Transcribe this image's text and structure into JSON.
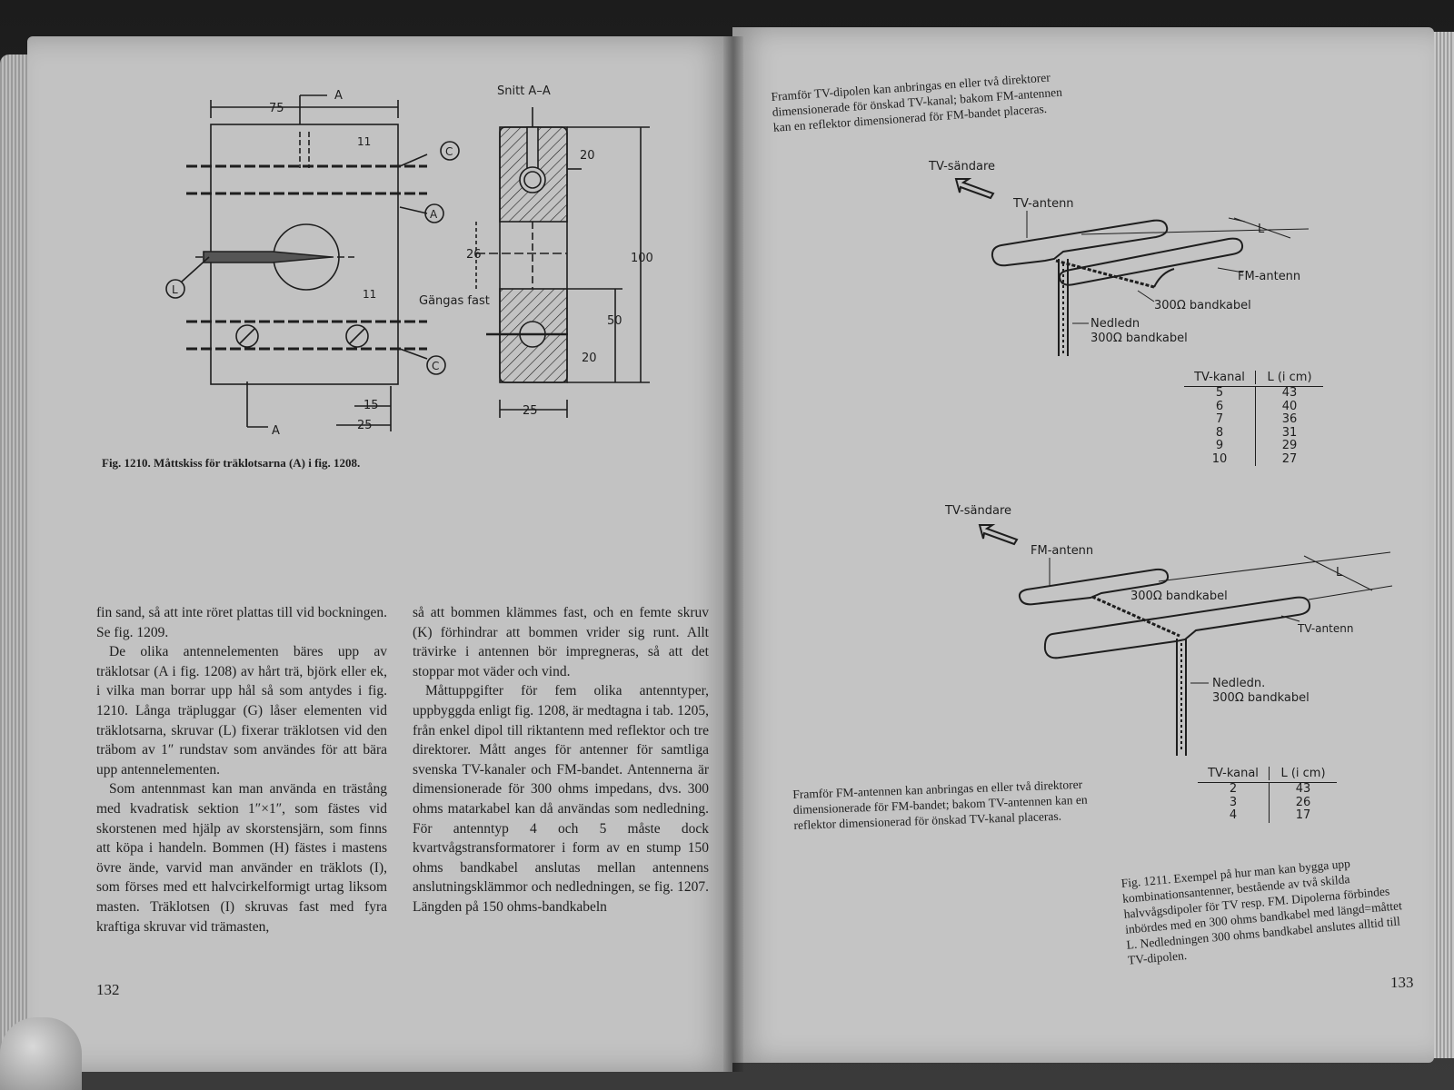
{
  "left_page": {
    "figure_1210": {
      "labels": {
        "dim_75": "75",
        "section_mark_top": "A",
        "section_mark_bottom": "A",
        "dim_11_top": "11",
        "dim_11_bottom": "11",
        "marker_c_top": "C",
        "marker_a": "A",
        "marker_l": "L",
        "marker_c_bottom": "C",
        "dim_15": "15",
        "dim_25_left": "25",
        "section_title": "Snitt A–A",
        "dim_20_top": "20",
        "dim_26": "26",
        "dim_100": "100",
        "gangas_fast": "Gängas fast",
        "dim_50": "50",
        "dim_20_bottom": "20",
        "dim_25_right": "25"
      },
      "caption": "Fig. 1210. Måttskiss för träklotsarna (A) i fig. 1208."
    },
    "column_left": [
      "fin sand, så att inte röret plattas till vid bockningen. Se fig. 1209.",
      "De olika antennelementen bäres upp av träklotsar (A i fig. 1208) av hårt trä, björk eller ek, i vilka man borrar upp hål så som antydes i fig. 1210. Långa träpluggar (G) låser elementen vid träklotsarna, skruvar (L) fixerar träklotsen vid den träbom av 1″ rundstav som användes för att bära upp antennelementen.",
      "Som antennmast kan man använda en trästång med kvadratisk sektion 1″×1″, som fästes vid skorstenen med hjälp av skorstensjärn, som finns att köpa i handeln. Bommen (H) fästes i mastens övre ände, varvid man använder en träklots (I), som förses med ett halvcirkelformigt urtag liksom masten. Träklotsen (I) skruvas fast med fyra kraftiga skruvar vid trämasten,"
    ],
    "column_right": [
      "så att bommen klämmes fast, och en femte skruv (K) förhindrar att bommen vrider sig runt. Allt trävirke i antennen bör impregneras, så att det stoppar mot väder och vind.",
      "Måttuppgifter för fem olika antenntyper, uppbyggda enligt fig. 1208, är medtagna i tab. 1205, från enkel dipol till riktantenn med reflektor och tre direktorer. Mått anges för antenner för samtliga svenska TV-kanaler och FM-bandet. Antennerna är dimensionerade för 300 ohms impedans, dvs. 300 ohms matarkabel kan då användas som nedledning. För antenntyp 4 och 5 måste dock kvartvågstransformatorer i form av en stump 150 ohms bandkabel anslutas mellan antennens anslutningsklämmor och nedledningen, se fig. 1207. Längden på 150 ohms-bandkabeln"
    ],
    "page_number": "132"
  },
  "right_page": {
    "top_note": "Framför TV-dipolen kan anbringas en eller två direktorer dimensionerade för önskad TV-kanal; bakom FM-antennen kan en reflektor dimensionerad för FM-bandet placeras.",
    "diagram_top": {
      "sender": "TV-sändare",
      "tv_antenna": "TV-antenn",
      "length": "L",
      "fm_antenna": "FM-antenn",
      "cable": "300Ω bandkabel",
      "downlead_1": "Nedledn",
      "downlead_2": "300Ω bandkabel"
    },
    "table_top": {
      "headers": [
        "TV-kanal",
        "L (i cm)"
      ],
      "rows": [
        [
          "5",
          "43"
        ],
        [
          "6",
          "40"
        ],
        [
          "7",
          "36"
        ],
        [
          "8",
          "31"
        ],
        [
          "9",
          "29"
        ],
        [
          "10",
          "27"
        ]
      ]
    },
    "diagram_bottom": {
      "sender": "TV-sändare",
      "fm_antenna": "FM-antenn",
      "cable": "300Ω bandkabel",
      "length": "L",
      "tv_antenna": "TV-antenn",
      "downlead_1": "Nedledn.",
      "downlead_2": "300Ω bandkabel"
    },
    "table_bottom": {
      "headers": [
        "TV-kanal",
        "L (i cm)"
      ],
      "rows": [
        [
          "2",
          "43"
        ],
        [
          "3",
          "26"
        ],
        [
          "4",
          "17"
        ]
      ]
    },
    "bottom_note": "Framför FM-antennen kan anbringas en eller två direktorer dimensionerade för FM-bandet; bakom TV-antennen kan en reflektor dimensionerad för önskad TV-kanal placeras.",
    "caption": "Fig. 1211. Exempel på hur man kan bygga upp kombinationsantenner, bestående av två skilda halvvågsdipoler för TV resp. FM. Dipolerna förbindes inbördes med en 300 ohms bandkabel med längd=måttet L. Nedledningen 300 ohms bandkabel anslutes alltid till TV-dipolen.",
    "page_number": "133"
  }
}
